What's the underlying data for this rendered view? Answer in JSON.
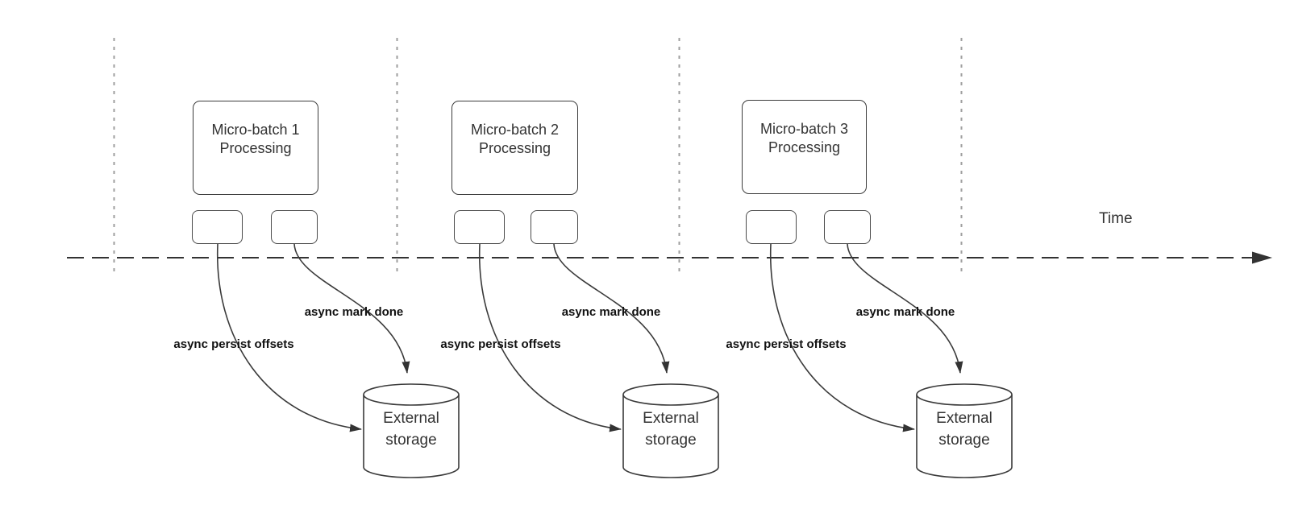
{
  "time_label": "Time",
  "groups": [
    {
      "box_label": "Micro-batch 1\nProcessing",
      "persist_label": "async persist offsets",
      "mark_done_label": "async mark done",
      "storage_label": "External\nstorage"
    },
    {
      "box_label": "Micro-batch 2\nProcessing",
      "persist_label": "async persist offsets",
      "mark_done_label": "async mark done",
      "storage_label": "External\nstorage"
    },
    {
      "box_label": "Micro-batch 3\nProcessing",
      "persist_label": "async persist offsets",
      "mark_done_label": "async mark done",
      "storage_label": "External\nstorage"
    }
  ],
  "colors": {
    "stroke": "#333333",
    "gridline": "#9e9e9e",
    "box_text": "#333333",
    "bold_label_text": "#111111",
    "background": "#ffffff"
  }
}
